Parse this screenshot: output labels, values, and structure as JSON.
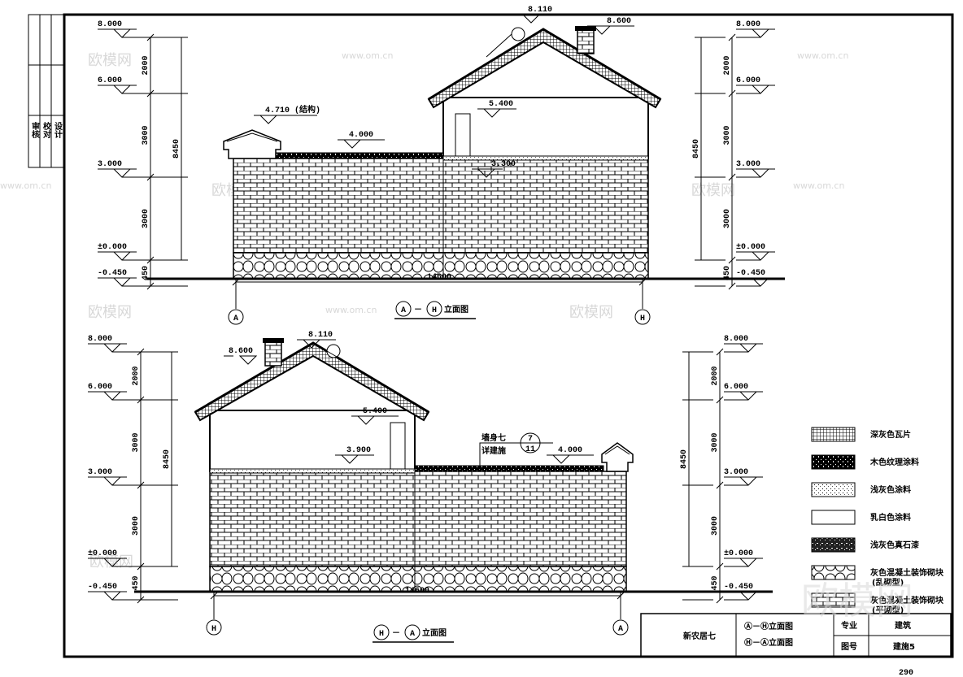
{
  "sheet": {
    "page_number": "290",
    "left_strip": [
      "审核",
      "校对",
      "设计"
    ],
    "watermark_logo": "欧模网",
    "watermark_url": "www.om.cn"
  },
  "elevation_top": {
    "title_from": "A",
    "title_to": "H",
    "title_suffix": "立面图",
    "levels_left": [
      "8.000",
      "6.000",
      "3.000",
      "±0.000",
      "-0.450"
    ],
    "levels_right": [
      "8.000",
      "6.000",
      "3.000",
      "±0.000",
      "-0.450"
    ],
    "dims": [
      "2000",
      "3000",
      "3000",
      "450"
    ],
    "total_height": "8450",
    "width": "14600",
    "annotations": [
      "8.110",
      "8.600",
      "5.400",
      "4.710 (结构)",
      "4.000",
      "3.300"
    ],
    "axis_left": "A",
    "axis_right": "H"
  },
  "elevation_bottom": {
    "title_from": "H",
    "title_to": "A",
    "title_suffix": "立面图",
    "levels_left": [
      "8.000",
      "6.000",
      "3.000",
      "±0.000",
      "-0.450"
    ],
    "levels_right": [
      "8.000",
      "6.000",
      "3.000",
      "±0.000",
      "-0.450"
    ],
    "dims": [
      "2000",
      "3000",
      "3000",
      "450"
    ],
    "total_height": "8450",
    "width": "14600",
    "annotations": [
      "8.110",
      "8.600",
      "5.400",
      "3.900",
      "4.000"
    ],
    "detail_ref": {
      "text1": "墙身七",
      "text2": "详建施",
      "num": "7",
      "sheet": "11"
    },
    "axis_left": "H",
    "axis_right": "A"
  },
  "legend": [
    {
      "pattern": "grid",
      "label": "深灰色瓦片"
    },
    {
      "pattern": "dark-texture",
      "label": "木色纹理涂料"
    },
    {
      "pattern": "light-dots",
      "label": "浅灰色涂料"
    },
    {
      "pattern": "blank",
      "label": "乳白色涂料"
    },
    {
      "pattern": "dark-stone",
      "label": "浅灰色真石漆"
    },
    {
      "pattern": "stones",
      "label": "灰色混凝土装饰砌块",
      "note": "(乱砌型)"
    },
    {
      "pattern": "bricks",
      "label": "灰色混凝土装饰砌块",
      "note": "(平砌型)"
    }
  ],
  "title_block": {
    "project": "新农居七",
    "drawing_line1": "Ⓐ－Ⓗ立面图",
    "drawing_line2": "Ⓗ－Ⓐ立面图",
    "discipline_label": "专业",
    "discipline_value": "建筑",
    "number_label": "图号",
    "number_value": "建施5"
  }
}
